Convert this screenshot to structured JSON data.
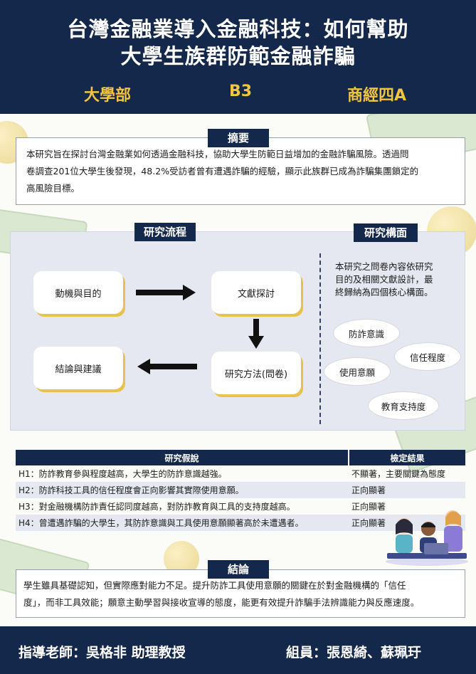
{
  "title": {
    "line1": "台灣金融業導入金融科技：如何幫助",
    "line2": "大學生族群防範金融詐騙"
  },
  "subtitle": {
    "dept": "大學部",
    "code": "B3",
    "class": "商經四A"
  },
  "abstract": {
    "tag": "摘要",
    "line1": "本研究旨在探討台灣金融業如何透過金融科技，協助大學生防範日益增加的金融詐騙風險。透過問",
    "line2": "卷調查201位大學生後發現，48.2%受訪者曾有遭遇詐騙的經驗，顯示此族群已成為詐騙集團鎖定的",
    "line3": "高風險目標。"
  },
  "process": {
    "tag": "研究流程",
    "steps": [
      "動機與目的",
      "文獻探討",
      "研究方法(問卷)",
      "結論與建議"
    ]
  },
  "framework": {
    "tag": "研究構面",
    "desc1": "本研究之問卷內容依研究",
    "desc2": "目的及相關文獻設計，最",
    "desc3": "終歸納為四個核心構面。",
    "dimensions": [
      "防詐意識",
      "信任程度",
      "使用意願",
      "教育支持度"
    ]
  },
  "hypotheses": {
    "col1": "研究假說",
    "col2": "檢定結果",
    "rows": [
      {
        "h": "H1：防詐教育參與程度越高，大學生的防詐意識越強。",
        "r": "不顯著，主要關鍵為態度"
      },
      {
        "h": "H2：防詐科技工具的信任程度會正向影響其實際使用意願。",
        "r": "正向顯著"
      },
      {
        "h": "H3：對金融機構防詐責任認同度越高，對防詐教育與工具的支持度越高。",
        "r": "正向顯著"
      },
      {
        "h": "H4：曾遭遇詐騙的大學生，其防詐意識與工具使用意願顯著高於未遭遇者。",
        "r": "正向顯著"
      }
    ]
  },
  "conclusion": {
    "tag": "結論",
    "line1": "學生雖具基礎認知，但實際應對能力不足。提升防詐工具使用意願的關鍵在於對金融機構的「信任",
    "line2": "度」，而非工具效能；願意主動學習與接收宣導的態度，能更有效提升詐騙手法辨識能力與反應速度。"
  },
  "footer": {
    "advisor": "指導老師：吳格非 助理教授",
    "members": "組員：張恩綺、蘇珮玗"
  },
  "colors": {
    "navy": "#14284b",
    "gold": "#f2c53d",
    "panel": "#e6e8f1",
    "shadow": "#e7c24d"
  }
}
